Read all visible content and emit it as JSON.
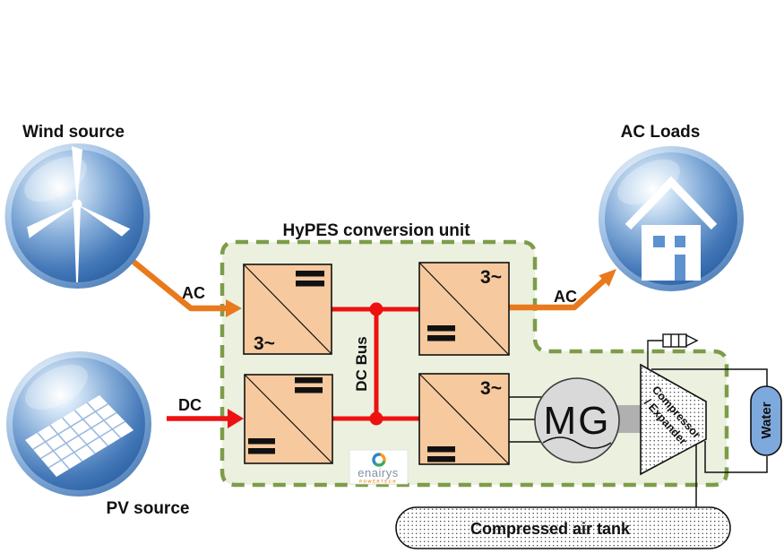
{
  "diagram": {
    "title": "HyPES conversion unit",
    "sources": {
      "wind": {
        "label": "Wind source"
      },
      "pv": {
        "label": "PV source"
      }
    },
    "loads": {
      "ac": {
        "label": "AC Loads"
      }
    },
    "wires": {
      "wind_ac": "AC",
      "pv_dc": "DC",
      "ac_out": "AC",
      "dc_bus": "DC Bus"
    },
    "converters": {
      "top_left": {
        "desc": "AC/DC converter",
        "ac_label": "3~",
        "dc_label": "="
      },
      "top_right": {
        "desc": "DC/AC converter",
        "ac_label": "3~",
        "dc_label": "="
      },
      "bottom_left": {
        "desc": "DC/DC converter",
        "dc_label": "="
      },
      "bottom_right": {
        "desc": "DC/AC converter",
        "ac_label": "3~",
        "dc_label": "="
      }
    },
    "storage": {
      "mg": "MG",
      "compressor_line1": "Compressor",
      "compressor_line2": "/ Expander",
      "water": "Water",
      "tank": "Compressed air tank"
    },
    "logo": {
      "name": "enairys",
      "tagline": "POWERTECH"
    },
    "colors": {
      "region_fill": "#ebf1de",
      "region_border": "#7d9c49",
      "converter_fill": "#f7c99e",
      "wire_red": "#ee1111",
      "wire_orange": "#e8791d",
      "sphere_blue": "#3f76b4",
      "water_blue": "#7ea9dd",
      "mg_gray": "#d9d9d9"
    }
  }
}
